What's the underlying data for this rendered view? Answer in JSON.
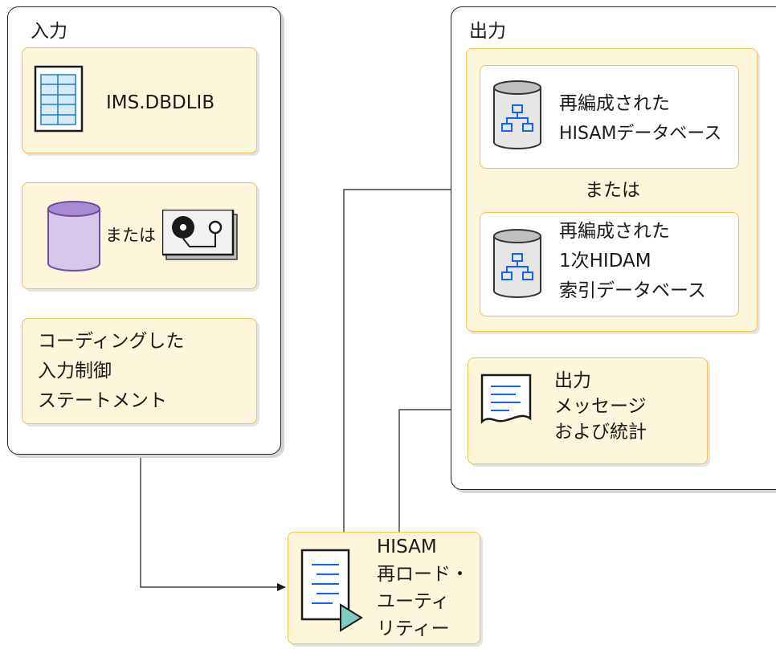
{
  "input_group": {
    "title": "入力",
    "dbdlib_label": "IMS.DBDLIB",
    "or_label": "または",
    "control_lines": [
      "コーディングした",
      "入力制御",
      "ステートメント"
    ]
  },
  "output_group": {
    "title": "出力",
    "hisam_db_lines": [
      "再編成された",
      "HISAMデータベース"
    ],
    "or_label": "または",
    "hidam_db_lines": [
      "再編成された",
      "1次HIDAM",
      "索引データベース"
    ],
    "messages_lines": [
      "出力",
      "メッセージ",
      "および統計"
    ]
  },
  "utility": {
    "lines": [
      "HISAM",
      "再ロード・",
      "ユーティ",
      "リティー"
    ]
  },
  "colors": {
    "card_fill": "#fdf6dc",
    "card_border": "#f2c14e",
    "cylinder_purple": "#c9b8e0",
    "icon_blue": "#0f62fe",
    "play_teal": "#7fcbc0"
  }
}
